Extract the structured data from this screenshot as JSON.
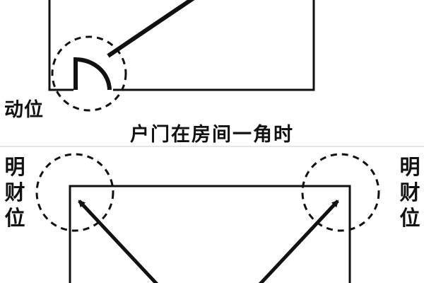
{
  "top_panel": {
    "position_label": "动位",
    "caption": "户门在房间一角时"
  },
  "bottom_panel": {
    "left_label_chars": [
      "明",
      "财",
      "位"
    ],
    "right_label_chars": [
      "明",
      "财",
      "位"
    ]
  },
  "colors": {
    "line": "#111111",
    "separator": "#cccccc",
    "background": "#ffffff"
  }
}
